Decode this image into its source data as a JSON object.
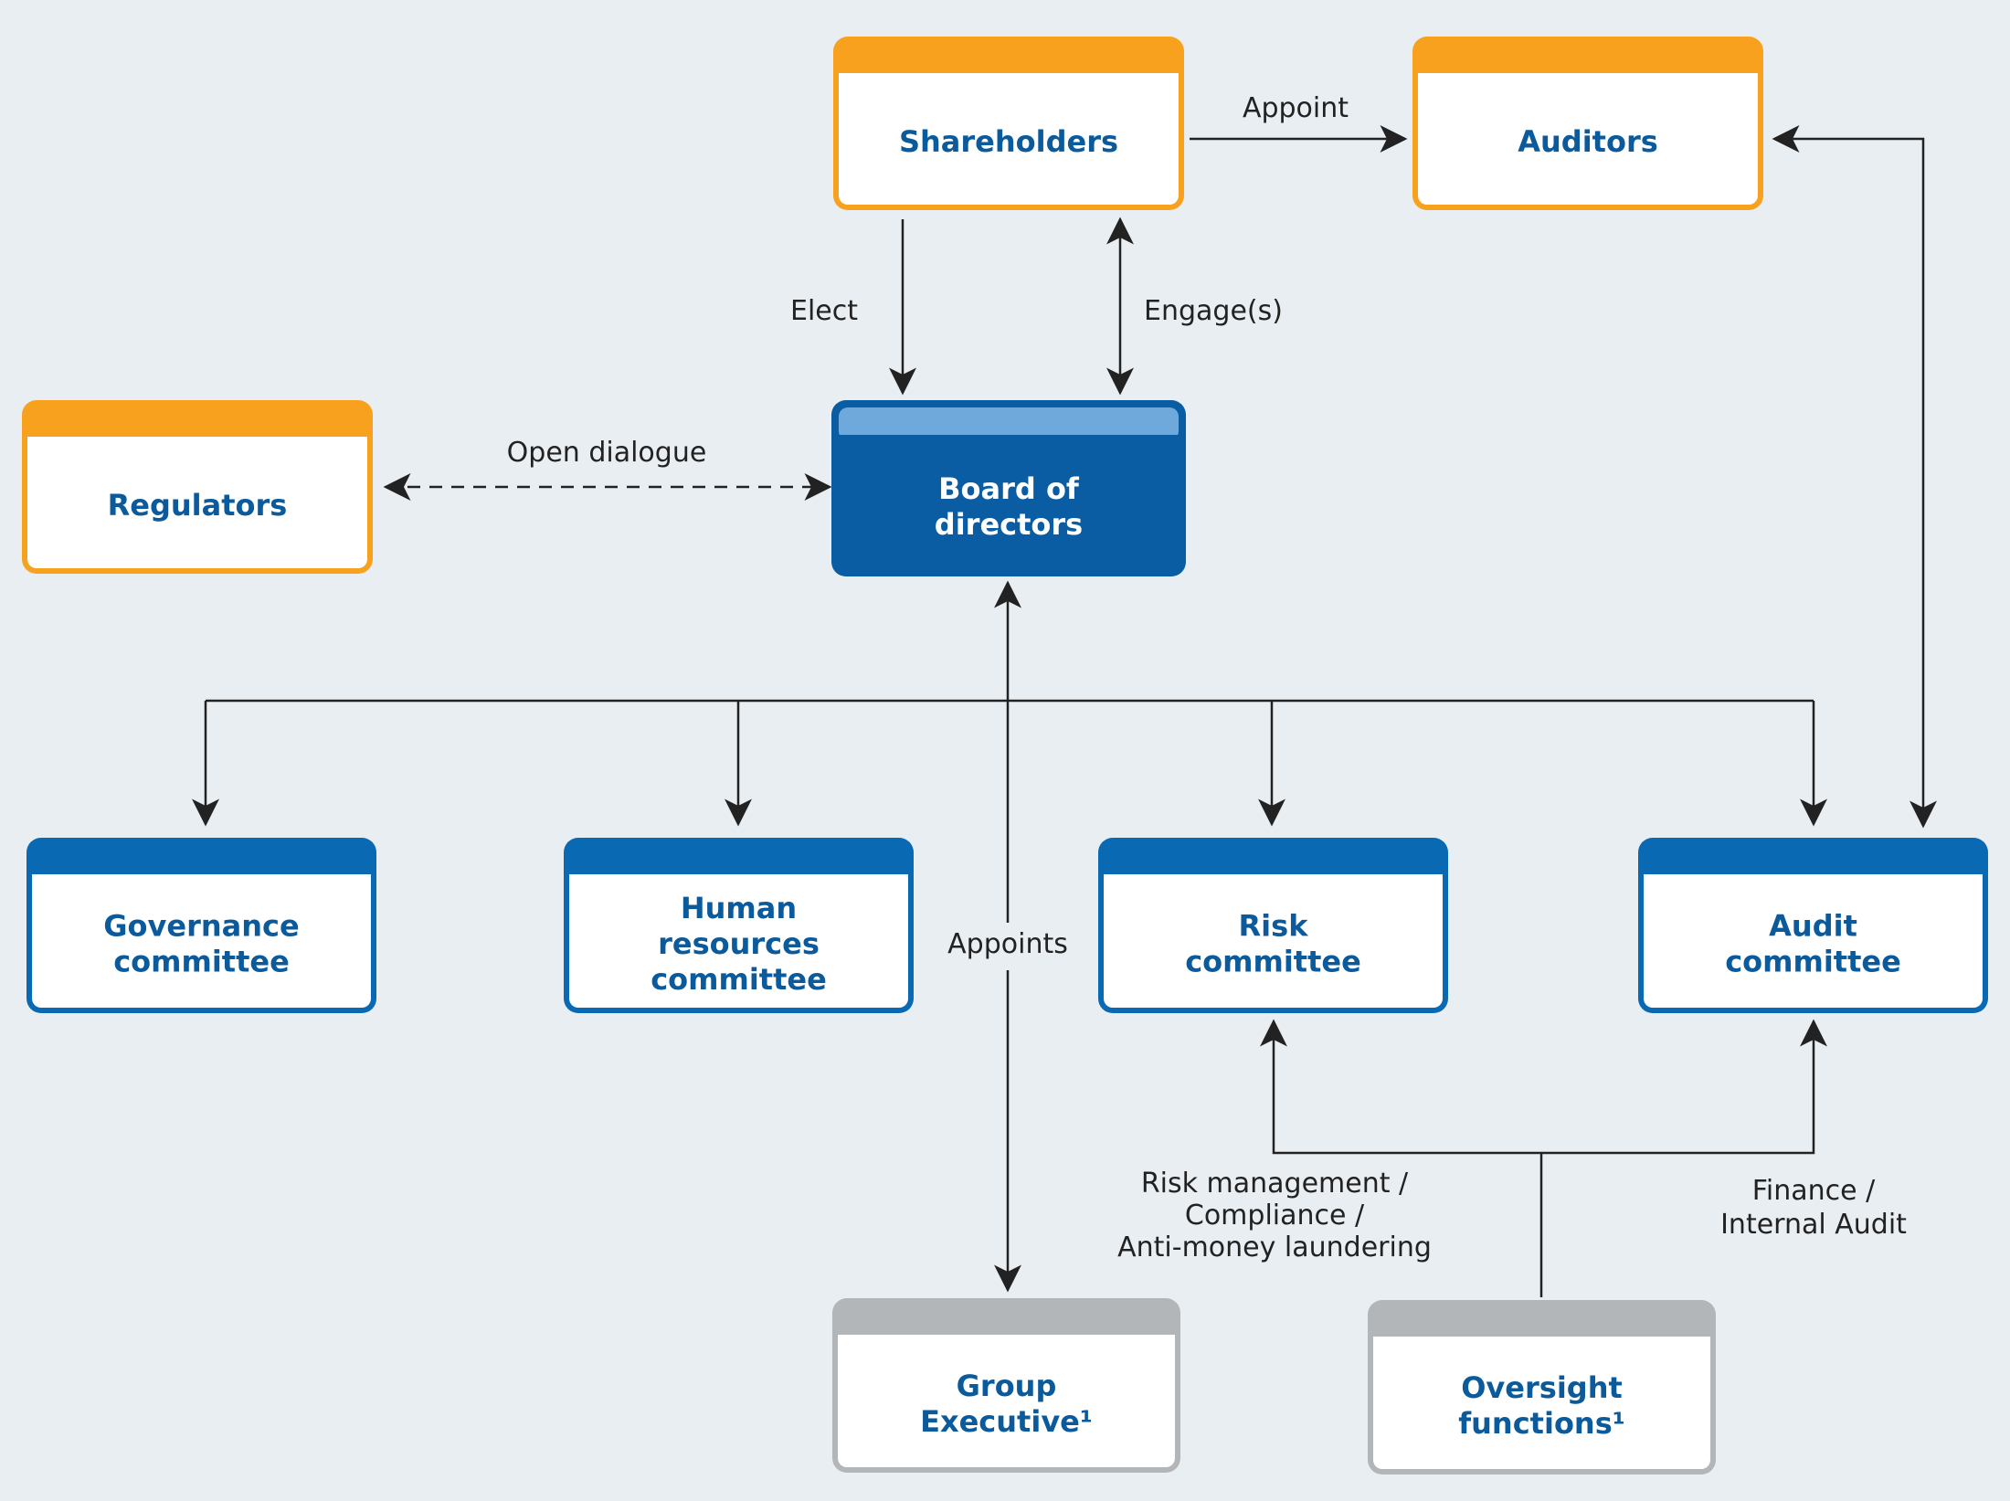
{
  "colors": {
    "background": "#e9eef2",
    "orange": "#f8a11f",
    "blue": "#0a69b3",
    "dark_blue": "#0a5ca3",
    "light_blue_band": "#6fa9dc",
    "gray": "#9c9fa1",
    "gray_border": "#b3b6b8",
    "title_text": "#0a5a9c",
    "line": "#222222"
  },
  "nodes": {
    "shareholders": {
      "lines": [
        "Shareholders"
      ]
    },
    "auditors": {
      "lines": [
        "Auditors"
      ]
    },
    "regulators": {
      "lines": [
        "Regulators"
      ]
    },
    "board": {
      "lines": [
        "Board of",
        "directors"
      ]
    },
    "governance": {
      "lines": [
        "Governance",
        "committee"
      ]
    },
    "hr": {
      "lines": [
        "Human",
        "resources",
        "committee"
      ]
    },
    "risk": {
      "lines": [
        "Risk",
        "committee"
      ]
    },
    "audit": {
      "lines": [
        "Audit",
        "committee"
      ]
    },
    "group_exec": {
      "lines": [
        "Group",
        "Executive¹"
      ]
    },
    "oversight": {
      "lines": [
        "Oversight",
        "functions¹"
      ]
    }
  },
  "edge_labels": {
    "appoint": [
      "Appoint"
    ],
    "elect": [
      "Elect"
    ],
    "engages": [
      "Engage(s)"
    ],
    "open_dialogue": [
      "Open dialogue"
    ],
    "appoints": [
      "Appoints"
    ],
    "risk_management": [
      "Risk management /",
      "Compliance /",
      "Anti-money laundering"
    ],
    "finance": [
      "Finance /",
      "Internal Audit"
    ]
  }
}
